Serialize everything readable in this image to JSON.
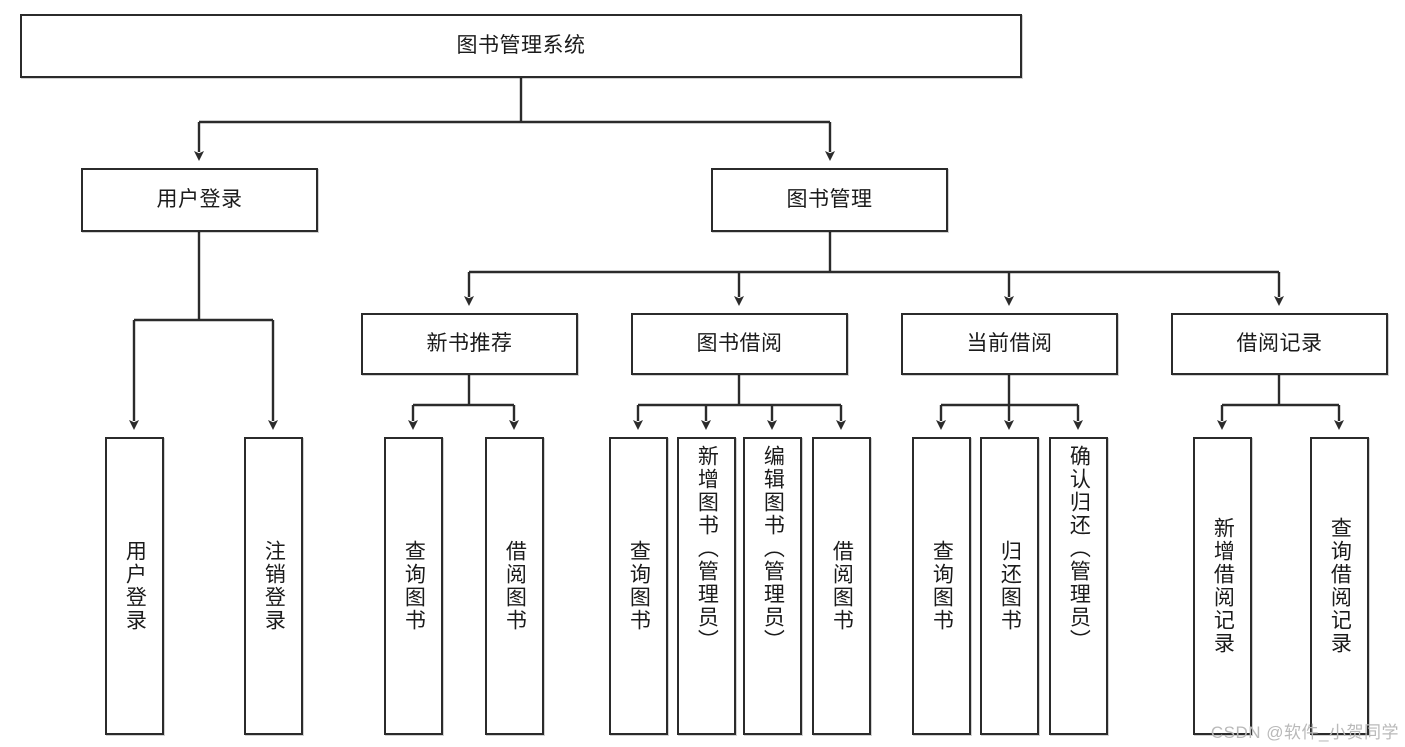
{
  "diagram": {
    "type": "tree-hierarchy",
    "title": "图书管理系统",
    "root": {
      "id": "root",
      "label": "图书管理系统"
    },
    "level2": [
      {
        "id": "user-login",
        "label": "用户登录"
      },
      {
        "id": "book-management",
        "label": "图书管理"
      }
    ],
    "level3": [
      {
        "id": "new-book-recommend",
        "label": "新书推荐",
        "parent": "book-management"
      },
      {
        "id": "book-borrow",
        "label": "图书借阅",
        "parent": "book-management"
      },
      {
        "id": "current-borrow",
        "label": "当前借阅",
        "parent": "book-management"
      },
      {
        "id": "borrow-record",
        "label": "借阅记录",
        "parent": "book-management"
      }
    ],
    "leaves": {
      "user_login": [
        {
          "id": "leaf-user-login",
          "label": "用户登录"
        },
        {
          "id": "leaf-user-logout",
          "label": "注销登录"
        }
      ],
      "new_book_recommend": [
        {
          "id": "leaf-query-book-1",
          "label": "查询图书"
        },
        {
          "id": "leaf-borrow-book-1",
          "label": "借阅图书"
        }
      ],
      "book_borrow": [
        {
          "id": "leaf-query-book-2",
          "label": "查询图书"
        },
        {
          "id": "leaf-add-book",
          "label": "新增图书（管理员）"
        },
        {
          "id": "leaf-edit-book",
          "label": "编辑图书（管理员）"
        },
        {
          "id": "leaf-borrow-book-2",
          "label": "借阅图书"
        }
      ],
      "current_borrow": [
        {
          "id": "leaf-query-book-3",
          "label": "查询图书"
        },
        {
          "id": "leaf-return-book",
          "label": "归还图书"
        },
        {
          "id": "leaf-confirm-return",
          "label": "确认归还（管理员）"
        }
      ],
      "borrow_record": [
        {
          "id": "leaf-add-record",
          "label": "新增借阅记录"
        },
        {
          "id": "leaf-query-record",
          "label": "查询借阅记录"
        }
      ]
    },
    "watermark": "CSDN @软件_小贺同学",
    "colors": {
      "stroke": "#2b2b2b",
      "fill": "#ffffff",
      "text": "#1b1b1b",
      "watermark": "#b9b9b9"
    }
  }
}
